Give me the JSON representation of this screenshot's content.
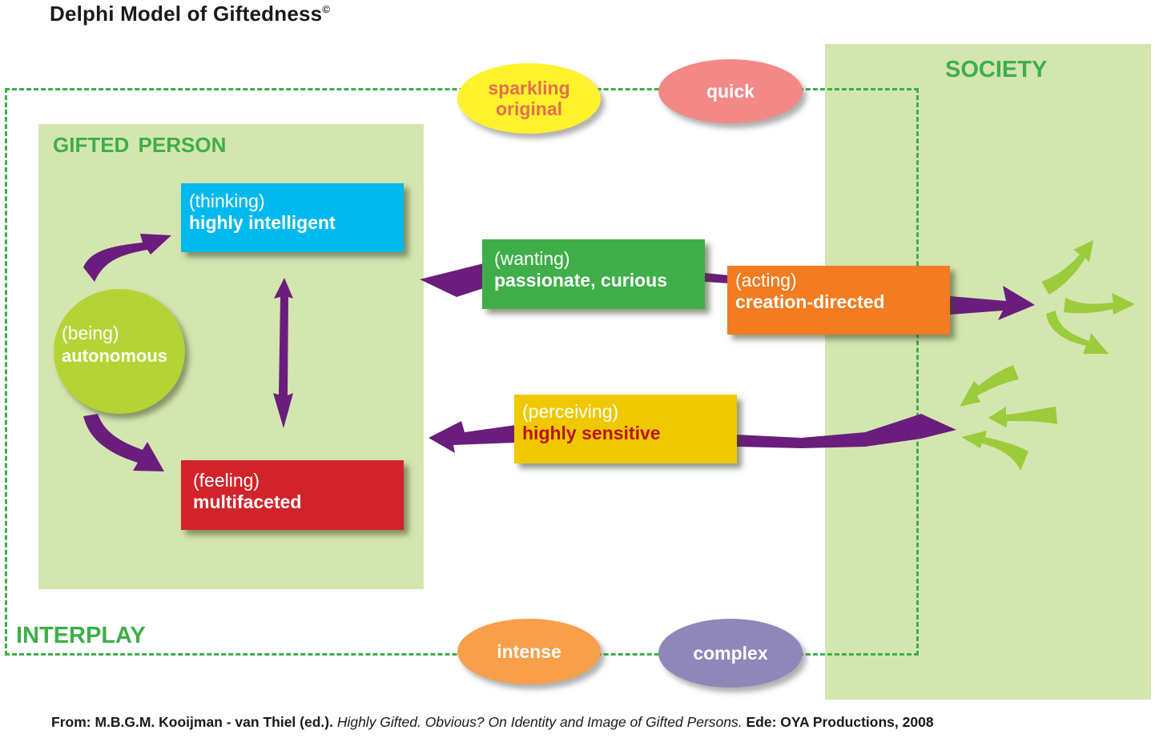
{
  "title": "Delphi Model of Giftedness",
  "title_mark": "©",
  "regions": {
    "gifted_person": "GIFTED  PERSON",
    "society": "SOCIETY",
    "interplay": "INTERPLAY"
  },
  "nodes": {
    "being": {
      "aspect": "(being)",
      "trait": "autonomous",
      "color": "#b5d335"
    },
    "thinking": {
      "aspect": "(thinking)",
      "trait": "highly intelligent",
      "color": "#00b9ef"
    },
    "feeling": {
      "aspect": "(feeling)",
      "trait": "multifaceted",
      "color": "#d2232a"
    },
    "wanting": {
      "aspect": "(wanting)",
      "trait": "passionate, curious",
      "color": "#3fae49"
    },
    "acting": {
      "aspect": "(acting)",
      "trait": "creation-directed",
      "color": "#f37b20"
    },
    "perceiving": {
      "aspect": "(perceiving)",
      "trait": "highly sensitive",
      "color": "#f0c800"
    }
  },
  "interplay_qualities": [
    {
      "line1": "sparkling",
      "line2": "original",
      "color": "#fff22c"
    },
    {
      "label": "quick",
      "color": "#f38886"
    },
    {
      "label": "intense",
      "color": "#f79f4a"
    },
    {
      "label": "complex",
      "color": "#8f87b9"
    }
  ],
  "colors": {
    "arrow": "#6a1d7d",
    "society_arrow": "#9ccb3b",
    "panel": "#d4e6b0",
    "frame": "#3eae49"
  },
  "caption": {
    "prefix": "From: M.B.G.M. Kooijman - van Thiel (ed.). ",
    "book": "Highly Gifted. Obvious? On Identity and Image of Gifted Persons.",
    "suffix": " Ede: OYA Productions, 2008"
  }
}
